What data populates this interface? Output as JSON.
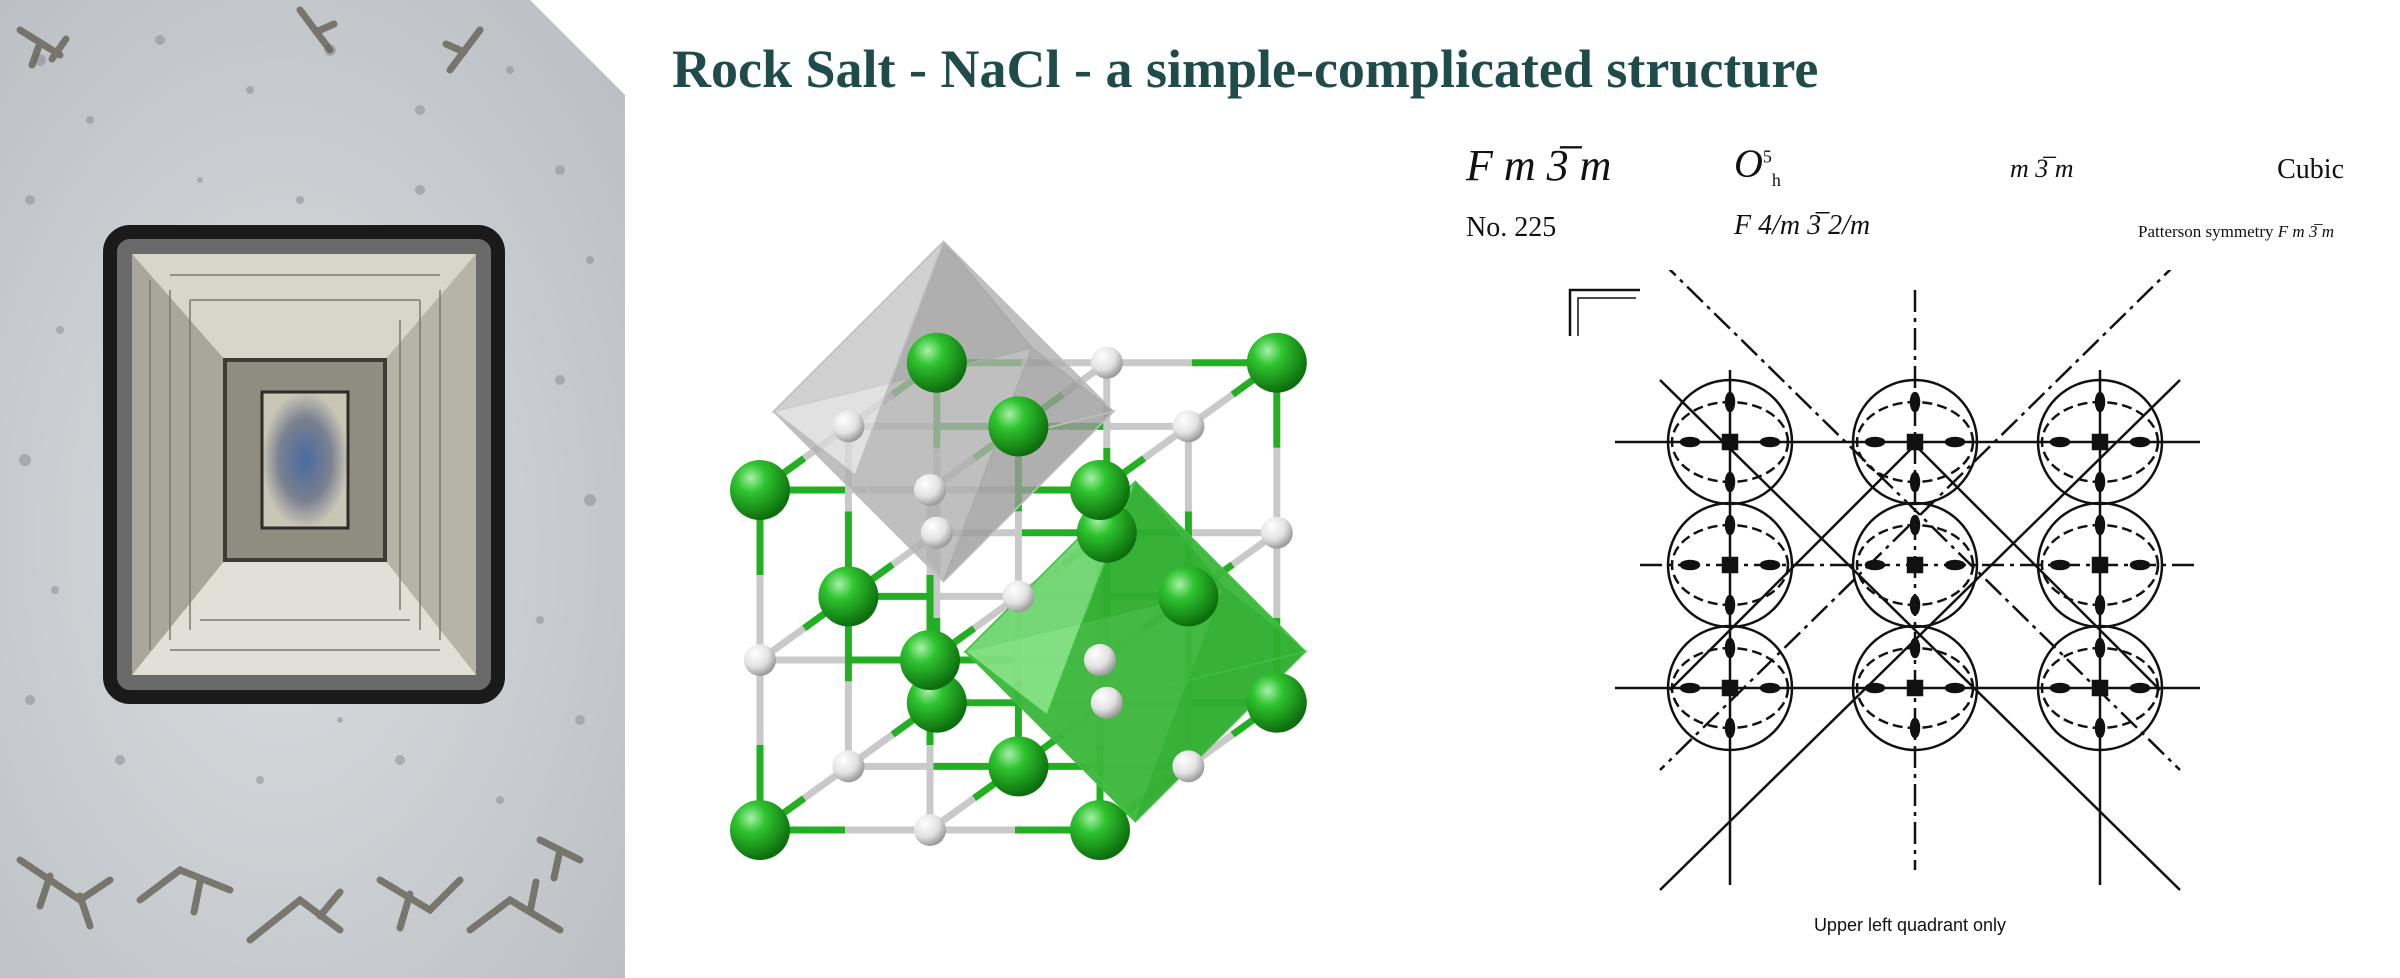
{
  "title": "Rock Salt - NaCl - a simple-complicated structure",
  "space_group": {
    "symbol": "F m 3̅ m",
    "schoenflies_base": "O",
    "schoenflies_sup": "5",
    "schoenflies_sub": "h",
    "point_group": "m 3̅ m",
    "crystal_system": "Cubic",
    "number": "No. 225",
    "full_symbol": "F  4/m  3̅ 2/m",
    "patterson_label": "Patterson symmetry",
    "patterson_symbol": "F m 3̅ m",
    "caption": "Upper left quadrant only"
  },
  "colors": {
    "title": "#1f4b4b",
    "chlorine": "#22b022",
    "sodium": "#eeeeee",
    "octahedron_green": "#2fae2f",
    "octahedron_grey": "#9a9a9a"
  },
  "icons": {
    "photo": "salt-crystal-photo",
    "lattice": "nacl-unit-cell-model",
    "diagram": "symmetry-element-diagram"
  }
}
